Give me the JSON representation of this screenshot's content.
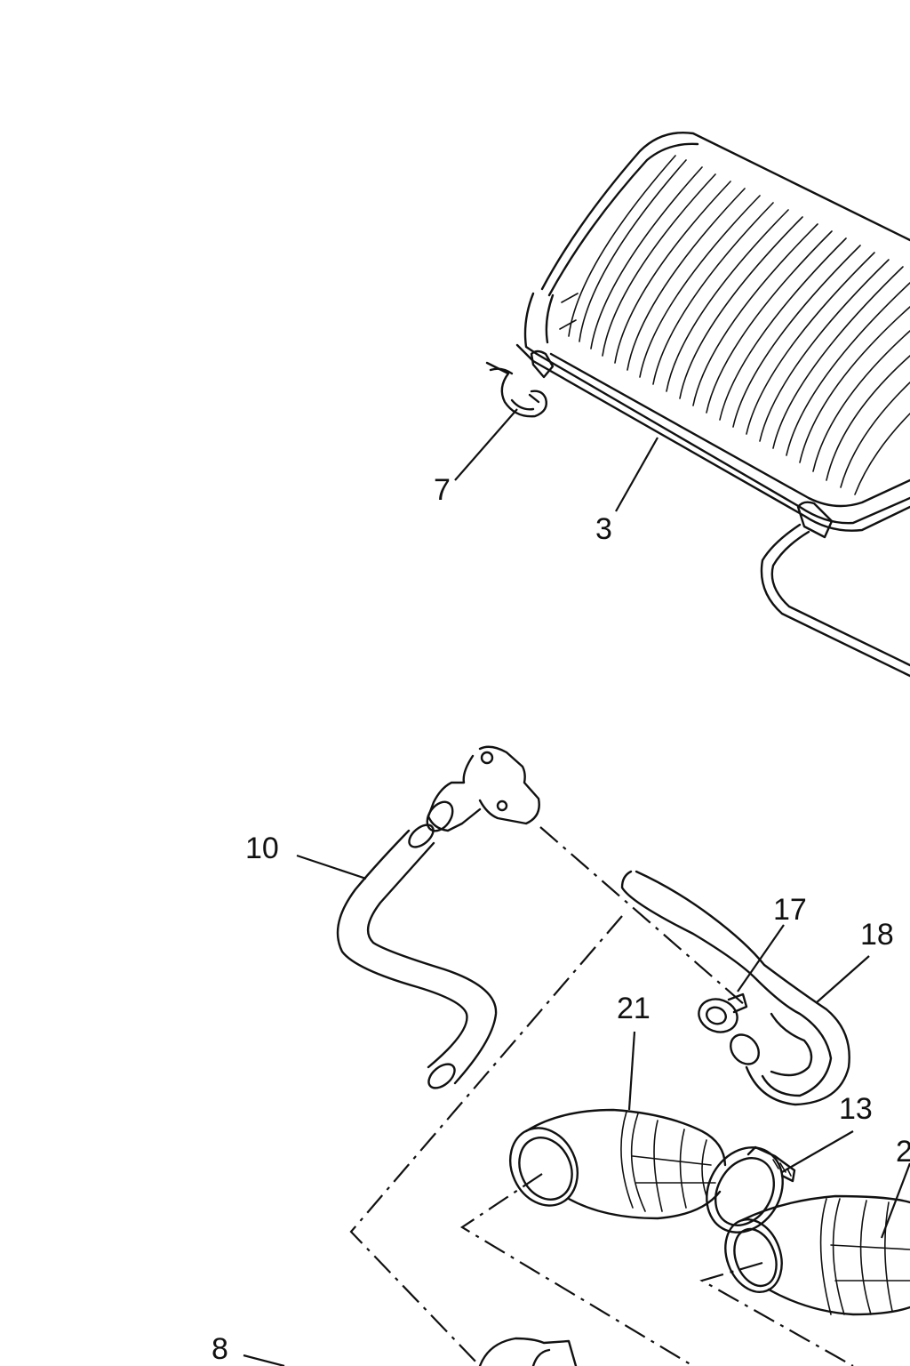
{
  "diagram": {
    "parts": [
      {
        "id": "part-3",
        "label": "3"
      },
      {
        "id": "part-7",
        "label": "7"
      },
      {
        "id": "part-8",
        "label": "8"
      },
      {
        "id": "part-10",
        "label": "10"
      },
      {
        "id": "part-13",
        "label": "13"
      },
      {
        "id": "part-17",
        "label": "17"
      },
      {
        "id": "part-18",
        "label": "18"
      },
      {
        "id": "part-21",
        "label": "21"
      },
      {
        "id": "part-2x",
        "label": "2"
      }
    ]
  },
  "colors": {
    "ink": "#111111",
    "background": "#ffffff"
  }
}
